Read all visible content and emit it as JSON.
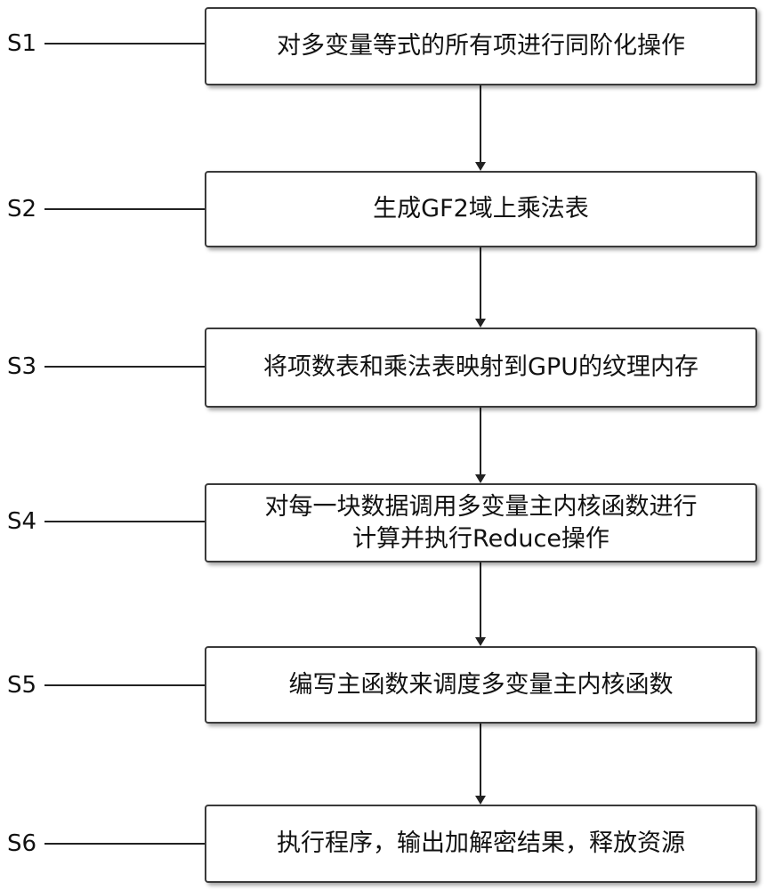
{
  "steps": [
    {
      "id": "S1",
      "text": "对多变量等式的所有项进行同阶化操作"
    },
    {
      "id": "S2",
      "text": "生成GF2域上乘法表"
    },
    {
      "id": "S3",
      "text": "将项数表和乘法表映射到GPU的纹理内存"
    },
    {
      "id": "S4",
      "text": "对每一块数据调用多变量主内核函数进行\n计算并执行Reduce操作"
    },
    {
      "id": "S5",
      "text": "编写主函数来调度多变量主内核函数"
    },
    {
      "id": "S6",
      "text": "执行程序，输出加解密结果，释放资源"
    }
  ]
}
